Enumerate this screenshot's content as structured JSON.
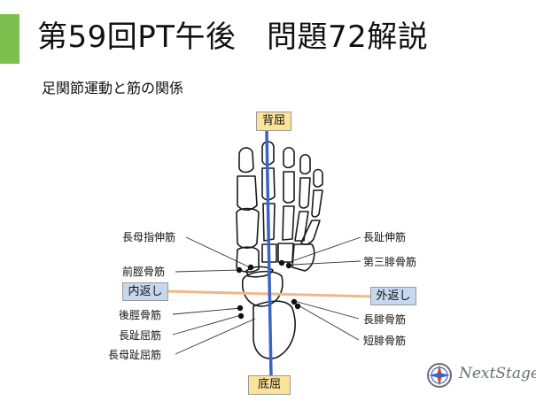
{
  "title": "第59回PT午後　問題72解説",
  "subtitle": "足関節運動と筋の関係",
  "axis_labels": {
    "dorsiflexion": "背屈",
    "plantarflexion": "底屈",
    "inversion": "内返し",
    "eversion": "外返し"
  },
  "muscles_left": [
    "長母指伸筋",
    "前脛骨筋",
    "後脛骨筋",
    "長趾屈筋",
    "長母趾屈筋"
  ],
  "muscles_right": [
    "長趾伸筋",
    "第三腓骨筋",
    "長腓骨筋",
    "短腓骨筋"
  ],
  "logo": {
    "text": "NextStage",
    "icon": "compass-icon"
  },
  "colors": {
    "accent_bar": "#7cbf4e",
    "sagittal_axis": "#3a64c6",
    "frontal_axis": "#f0b888",
    "tag_yellow": "#fde39a",
    "tag_blue": "#c6d7ee",
    "bone_outline": "#1a1a1a"
  }
}
